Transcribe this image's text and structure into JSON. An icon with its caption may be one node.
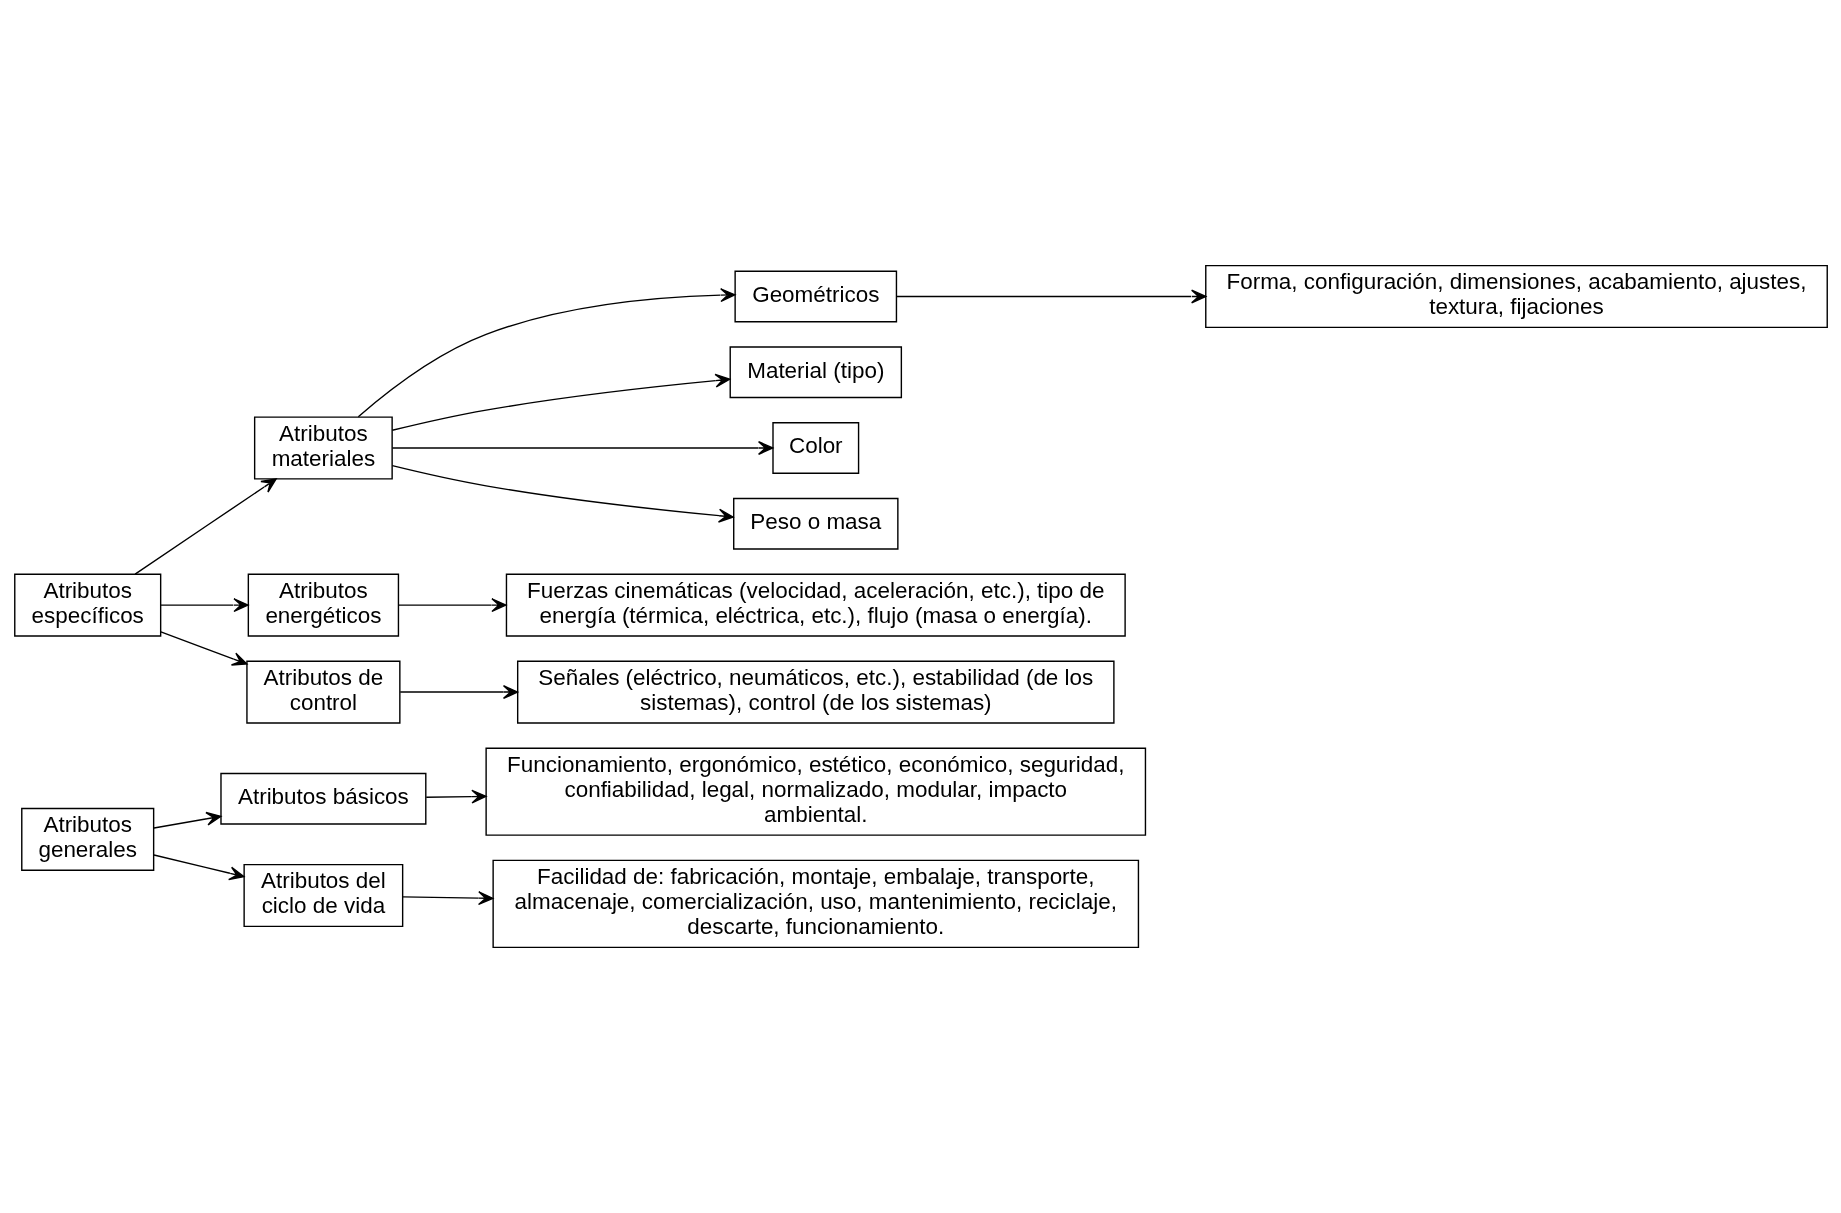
{
  "diagram": {
    "nodes": [
      {
        "text": [
          "Atributos generales"
        ]
      },
      {
        "text": [
          "Atributos básicos"
        ]
      },
      {
        "text": [
          "Funcionamiento, ergonómico, estético, económico, seguridad, confiabilidad, legal, normalizado, modular, impacto ambiental."
        ]
      },
      {
        "text": [
          "Atributos del ciclo de vida"
        ]
      },
      {
        "text": [
          "Facilidad de: fabricación, montaje, embalaje, transporte, almacenaje, comercialización, uso, mantenimiento, reciclaje, descarte, funcionamiento."
        ]
      },
      {
        "text": [
          "Atributos específicos"
        ]
      },
      {
        "text": [
          "Atributos materiales"
        ]
      },
      {
        "text": [
          "Geométricos"
        ]
      },
      {
        "text": [
          "Forma, configuración, dimensiones, acabamiento, ajustes, textura, fijaciones"
        ]
      },
      {
        "text": [
          "Material (tipo)"
        ]
      },
      {
        "text": [
          "Color"
        ]
      },
      {
        "text": [
          "Peso o masa"
        ]
      },
      {
        "text": [
          "Atributos energéticos"
        ]
      },
      {
        "text": [
          "Fuerzas cinemáticas (velocidad, aceleración, etc.), tipo de energía (térmica, eléctrica, etc.), flujo (masa o energía)."
        ]
      },
      {
        "text": [
          "Atributos de control"
        ]
      },
      {
        "text": [
          "Señales (eléctrico, neumáticos, etc.), estabilidad (de los sistemas), control (de los sistemas)"
        ]
      }
    ],
    "edges": [
      {
        "from": 0,
        "to": 1,
        "arrow": "to"
      },
      {
        "from": 0,
        "to": 3,
        "arrow": "to"
      },
      {
        "from": 1,
        "to": 2,
        "arrow": "to"
      },
      {
        "from": 3,
        "to": 4,
        "arrow": "to"
      },
      {
        "from": 5,
        "to": 6,
        "arrow": "to"
      },
      {
        "from": 5,
        "to": 12,
        "arrow": "to"
      },
      {
        "from": 5,
        "to": 14,
        "arrow": "to"
      },
      {
        "from": 6,
        "to": 7,
        "arrow": "to"
      },
      {
        "from": 6,
        "to": 9,
        "arrow": "to"
      },
      {
        "from": 6,
        "to": 10,
        "arrow": "to"
      },
      {
        "from": 6,
        "to": 11,
        "arrow": "to"
      },
      {
        "from": 7,
        "to": 8,
        "arrow": "to"
      },
      {
        "from": 12,
        "to": 13,
        "arrow": "to"
      },
      {
        "from": 14,
        "to": 15,
        "arrow": "to"
      }
    ]
  }
}
